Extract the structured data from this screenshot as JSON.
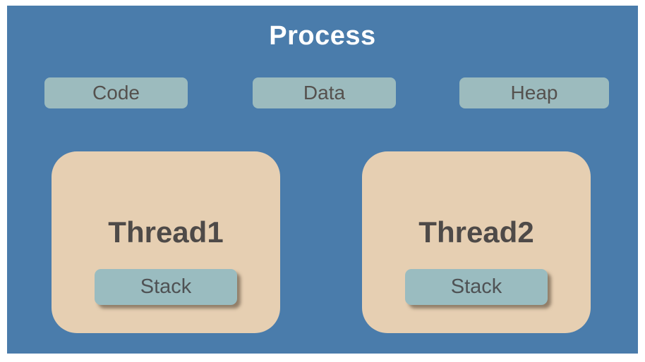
{
  "diagram": {
    "title": "Process",
    "segments": [
      {
        "label": "Code"
      },
      {
        "label": "Data"
      },
      {
        "label": "Heap"
      }
    ],
    "threads": [
      {
        "label": "Thread1",
        "stack_label": "Stack"
      },
      {
        "label": "Thread2",
        "stack_label": "Stack"
      }
    ],
    "colors": {
      "page_margin": "#ffffff",
      "canvas_background": "#4a7cab",
      "segment_box": "#9cbbbe",
      "thread_box": "#e6cfb2",
      "stack_box": "#9abcc0",
      "title_text": "#ffffff",
      "label_text": "#55514e",
      "thread_label_text": "#4e4a48"
    }
  }
}
